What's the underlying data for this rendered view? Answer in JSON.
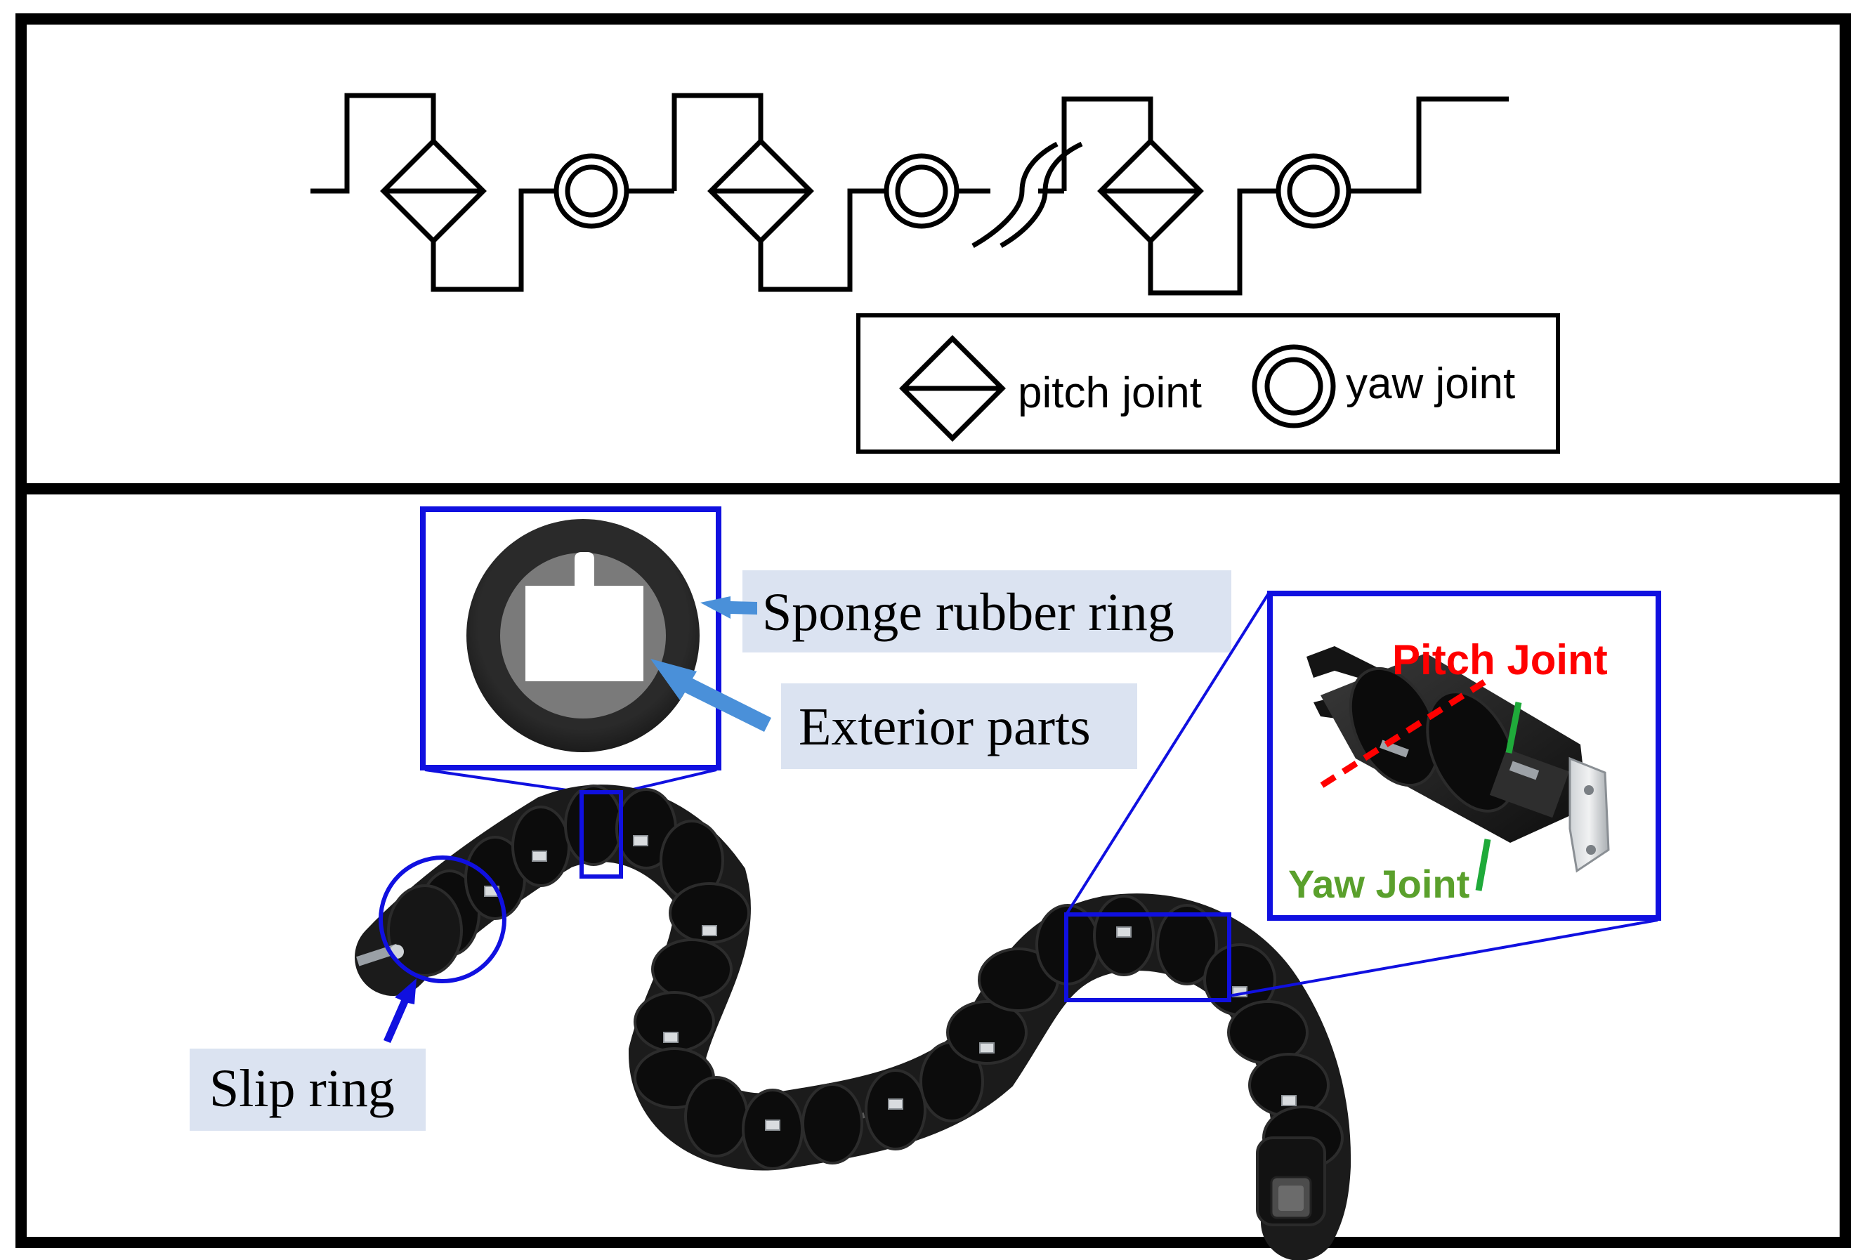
{
  "legend": {
    "pitch_label": "pitch joint",
    "yaw_label": "yaw joint"
  },
  "callouts": {
    "sponge_ring": "Sponge rubber ring",
    "exterior_parts": "Exterior parts",
    "slip_ring": "Slip ring"
  },
  "detail": {
    "pitch_joint": "Pitch Joint",
    "yaw_joint": "Yaw Joint"
  },
  "colors": {
    "frame": "#000000",
    "highlight": "#1010e0",
    "callout_bg": "#dbe3f1",
    "arrow": "#4a90d9",
    "pitch_text": "#ff0000",
    "yaw_text": "#5aa02c",
    "yaw_marker": "#1faa3a",
    "ring_dark": "#202020",
    "ring_gray": "#7a7a7a"
  },
  "icons": [
    "pitch-joint-icon",
    "yaw-joint-icon",
    "cable-break-icon",
    "arrow-icon"
  ]
}
